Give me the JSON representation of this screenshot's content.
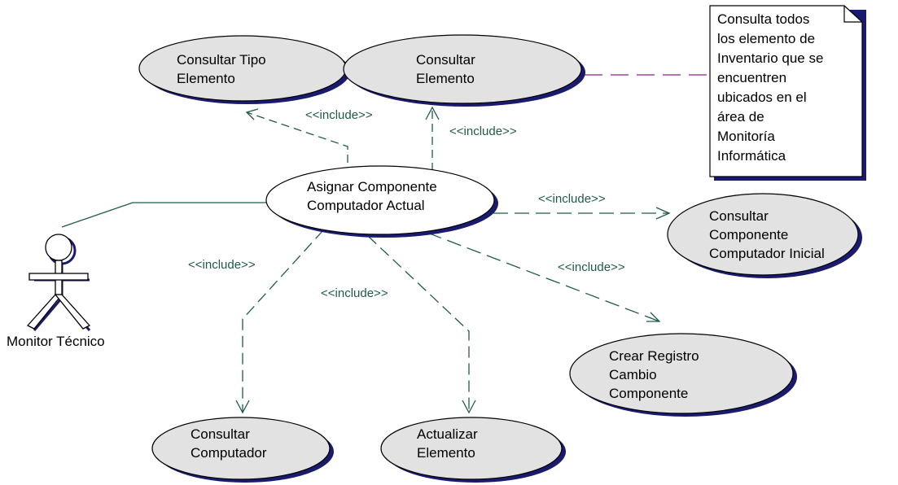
{
  "diagram": {
    "actor": {
      "name": "Monitor Técnico"
    },
    "main_use_case": {
      "lines": [
        "Asignar Componente",
        "Computador Actual"
      ]
    },
    "use_cases": {
      "consultar_tipo_elemento": {
        "lines": [
          "Consultar Tipo",
          "Elemento"
        ]
      },
      "consultar_elemento": {
        "lines": [
          "Consultar",
          "Elemento"
        ]
      },
      "consultar_componente_inicial": {
        "lines": [
          "Consultar",
          "Componente",
          "Computador Inicial"
        ]
      },
      "crear_registro": {
        "lines": [
          "Crear Registro",
          "Cambio",
          "Componente"
        ]
      },
      "consultar_computador": {
        "lines": [
          "Consultar",
          "Computador"
        ]
      },
      "actualizar_elemento": {
        "lines": [
          "Actualizar",
          "Elemento"
        ]
      }
    },
    "include_label": "<<include>>",
    "note": {
      "lines": [
        "Consulta todos",
        "los elemento de",
        "Inventario que se",
        "encuentren",
        "ubicados en el",
        "área de",
        "Monitoría",
        "Informática"
      ]
    }
  },
  "colors": {
    "use_case_fill": "#e2e2e2",
    "main_fill": "#ffffff",
    "shadow": "#1a1a6e",
    "stroke": "#000000",
    "dependency": "#1f5a4c",
    "association": "#1f5a4c",
    "note_link": "#8a1e8a"
  }
}
